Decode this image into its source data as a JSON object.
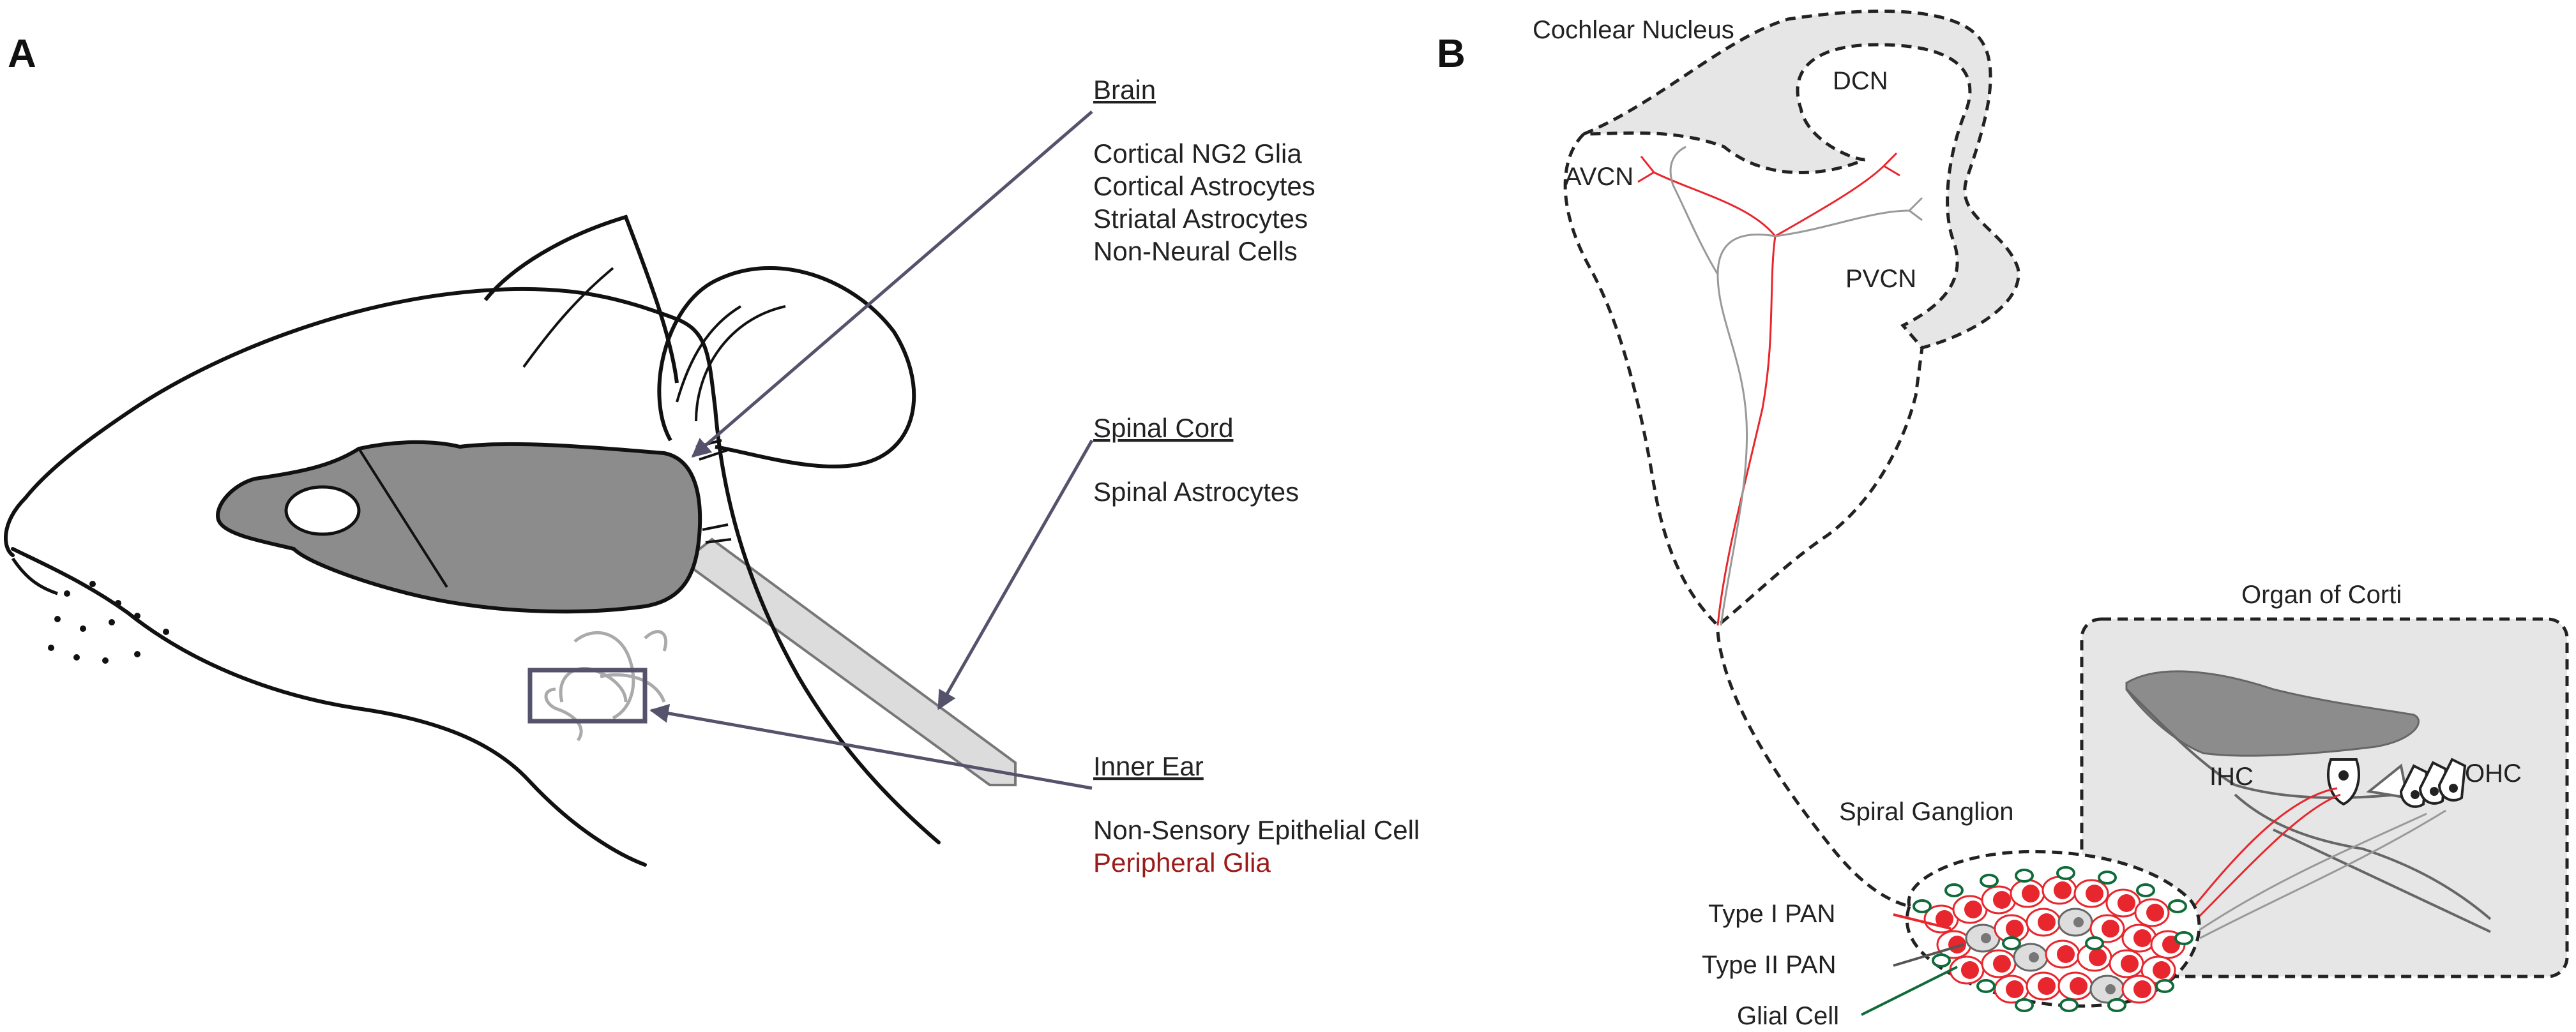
{
  "panel_a": {
    "letter": "A",
    "brain": {
      "heading": "Brain",
      "items": [
        "Cortical NG2 Glia",
        "Cortical Astrocytes",
        "Striatal Astrocytes",
        "Non-Neural Cells"
      ]
    },
    "spinal_cord": {
      "heading": "Spinal Cord",
      "items": [
        "Spinal Astrocytes"
      ]
    },
    "inner_ear": {
      "heading": "Inner Ear",
      "items": [
        "Non-Sensory Epithelial Cell"
      ],
      "highlight_item": "Peripheral Glia"
    }
  },
  "panel_b": {
    "letter": "B",
    "cochlear_nucleus": "Cochlear Nucleus",
    "dcn": "DCN",
    "avcn": "AVCN",
    "pvcn": "PVCN",
    "organ_of_corti": "Organ of Corti",
    "ihc": "IHC",
    "ohc": "OHC",
    "spiral_ganglion": "Spiral Ganglion",
    "type1": "Type I PAN",
    "type2": "Type II PAN",
    "glial": "Glial Cell"
  },
  "colors": {
    "red": "#e8262d",
    "dark_red": "#9b1b1b",
    "gray_fill": "#8c8c8c",
    "light_gray": "#e6e6e6",
    "pointer": "#55536b",
    "glia_green": "#0f6b3a"
  }
}
